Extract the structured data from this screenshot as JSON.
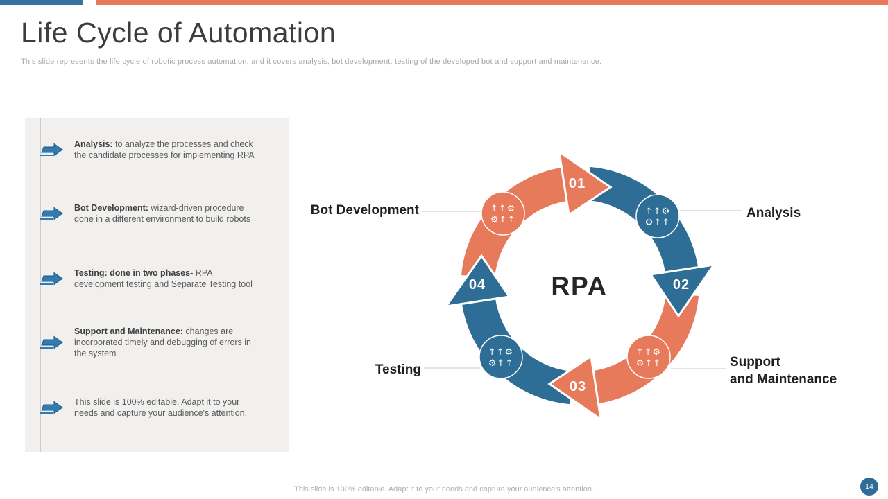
{
  "slide": {
    "title": "Life Cycle of Automation",
    "subtitle": "This slide represents the life cycle of robotic process automation, and it covers analysis, bot development, testing of the developed bot and support and maintenance.",
    "footer_note": "This slide is 100% editable. Adapt it to your needs and capture your audience's attention.",
    "page_number": "14"
  },
  "colors": {
    "blue": "#2E6E96",
    "orange": "#E87A5C",
    "bullet_arrow_blue": "#2F7BB2",
    "bullet_arrow_outline": "#1C567F",
    "panel_bg": "#F1F0EF",
    "connector_gray": "#C6C6C6"
  },
  "bullet_list": {
    "items": [
      {
        "bold": "Analysis:",
        "text": " to analyze the processes and check\nthe candidate processes for implementing RPA"
      },
      {
        "bold": "Bot Development:",
        "text": " wizard-driven procedure\ndone in a different environment to build robots"
      },
      {
        "bold": "Testing: done in two phases-",
        "text": " RPA\ndevelopment testing and Separate Testing tool"
      },
      {
        "bold": "Support and Maintenance:",
        "text": " changes are\nincorporated timely and debugging of errors in\nthe system"
      },
      {
        "bold": "",
        "text": "This slide is 100% editable. Adapt it to your\nneeds and capture your audience's attention."
      }
    ]
  },
  "diagram": {
    "center_label": "RPA",
    "icon_rows": [
      "↑↑⚙",
      "⚙↑↑"
    ],
    "steps": [
      {
        "number": "01",
        "label": "Analysis"
      },
      {
        "number": "02",
        "label": "Support\nand Maintenance"
      },
      {
        "number": "03",
        "label": "Testing"
      },
      {
        "number": "04",
        "label": "Bot Development"
      }
    ]
  }
}
